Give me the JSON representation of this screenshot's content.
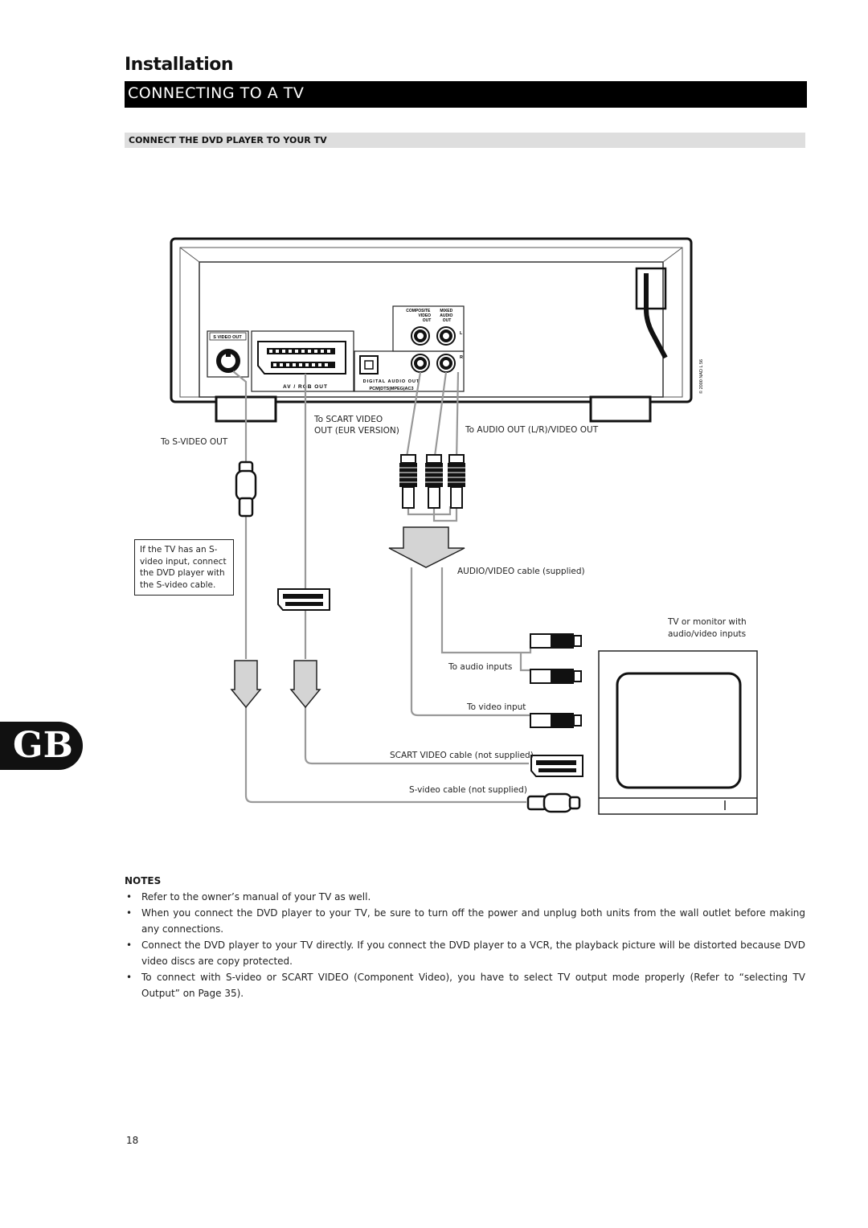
{
  "header": {
    "section": "Installation",
    "title": "CONNECTING TO A TV",
    "subtitle": "CONNECT THE DVD PLAYER TO YOUR TV"
  },
  "diagram": {
    "player_panel": {
      "svideo_out": "S VIDEO OUT",
      "av_rgb_out": "AV / RGB OUT",
      "digital_audio_out": "DIGITAL AUDIO OUT",
      "digital_formats": "PCM|DTS|MPEG|AC3",
      "composite_video_out": "COMPOSITE VIDEO OUT",
      "mixed_audio_out": "MIXED AUDIO OUT",
      "channel_l": "L",
      "channel_r": "R",
      "copyright": "© 2000 NAD L 56"
    },
    "labels": {
      "to_svideo_out": "To S-VIDEO OUT",
      "to_scart_video_line1": "To SCART VIDEO",
      "to_scart_video_line2": "OUT (EUR VERSION)",
      "to_audio_out": "To AUDIO OUT (L/R)/VIDEO OUT",
      "av_cable": "AUDIO/VIDEO cable (supplied)",
      "tv_monitor_line1": "TV or monitor with",
      "tv_monitor_line2": "audio/video inputs",
      "to_audio_inputs": "To audio inputs",
      "to_video_input": "To video input",
      "scart_cable": "SCART VIDEO cable (not supplied)",
      "svideo_cable": "S-video cable (not supplied)"
    },
    "note_box": "If the TV has an S-video input, connect the DVD player with the S-video cable."
  },
  "side_tab": "GB",
  "notes": {
    "heading": "NOTES",
    "items": [
      "Refer to the owner’s manual of your TV as well.",
      "When you connect the DVD player to your TV, be sure to turn off the power and unplug both units from the wall outlet before making any connections.",
      "Connect the DVD player to your TV directly. If you connect the DVD player to a VCR, the playback picture will be distorted because DVD video discs are copy protected.",
      "To connect with S-video or SCART VIDEO (Component Video), you have to select TV output mode properly (Refer to “selecting TV Output” on Page 35)."
    ]
  },
  "page_number": "18"
}
